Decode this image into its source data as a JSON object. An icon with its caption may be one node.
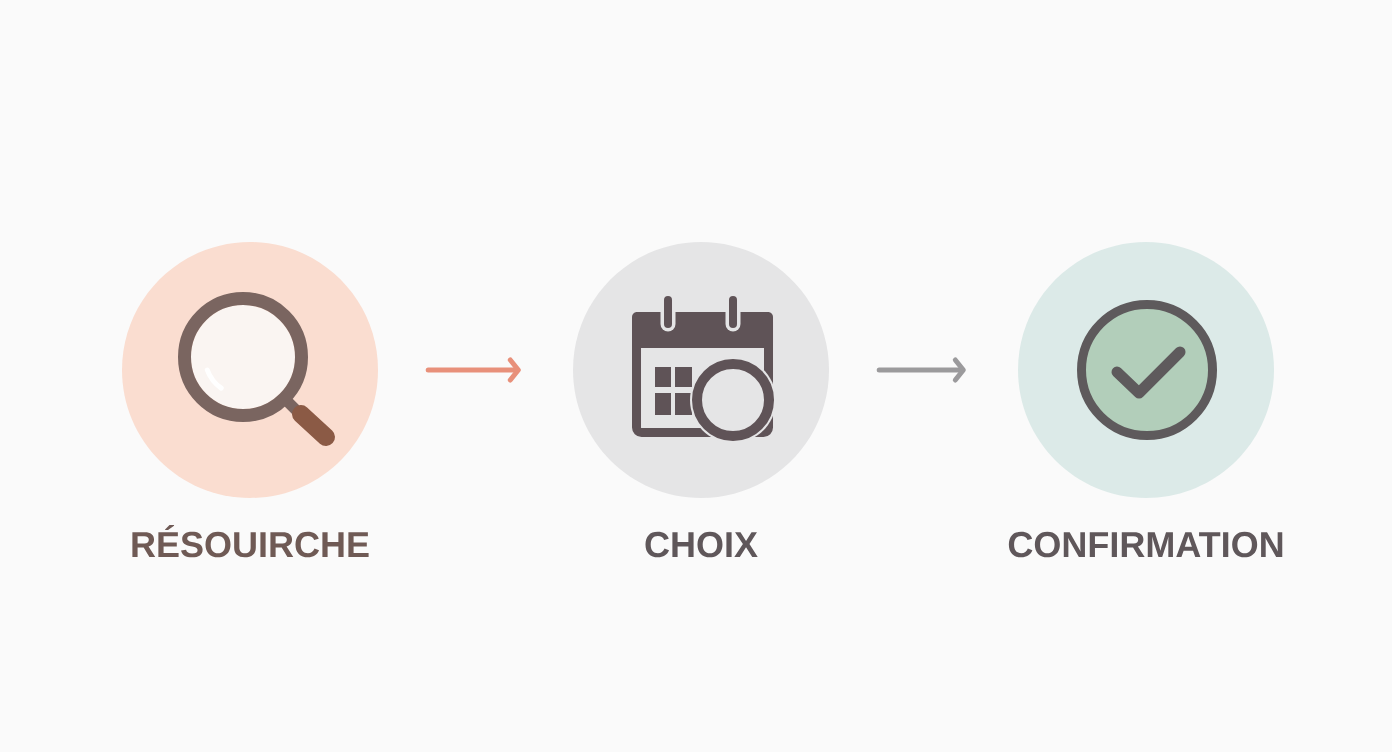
{
  "diagram": {
    "nodes": [
      {
        "text": [
          "RÉSOUIRCHE"
        ]
      },
      {
        "text": [
          "CHOIX"
        ]
      },
      {
        "text": [
          "CONFIRMATION"
        ]
      }
    ],
    "edges": [
      {
        "from": 0,
        "to": 1,
        "arrow": "to",
        "color": "#e8907a"
      },
      {
        "from": 1,
        "to": 2,
        "arrow": "to",
        "color": "#9b9a9c"
      }
    ]
  }
}
